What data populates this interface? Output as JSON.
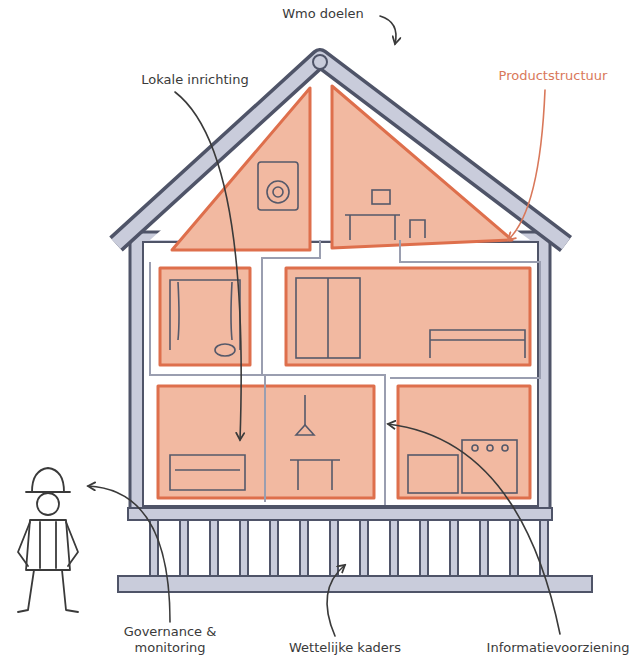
{
  "diagram": {
    "labels": [
      "Wmo doelen",
      "Lokale inrichting",
      "Productstructuur",
      "Governance & monitoring",
      "Wettelijke kaders",
      "Informatievoorziening"
    ]
  }
}
